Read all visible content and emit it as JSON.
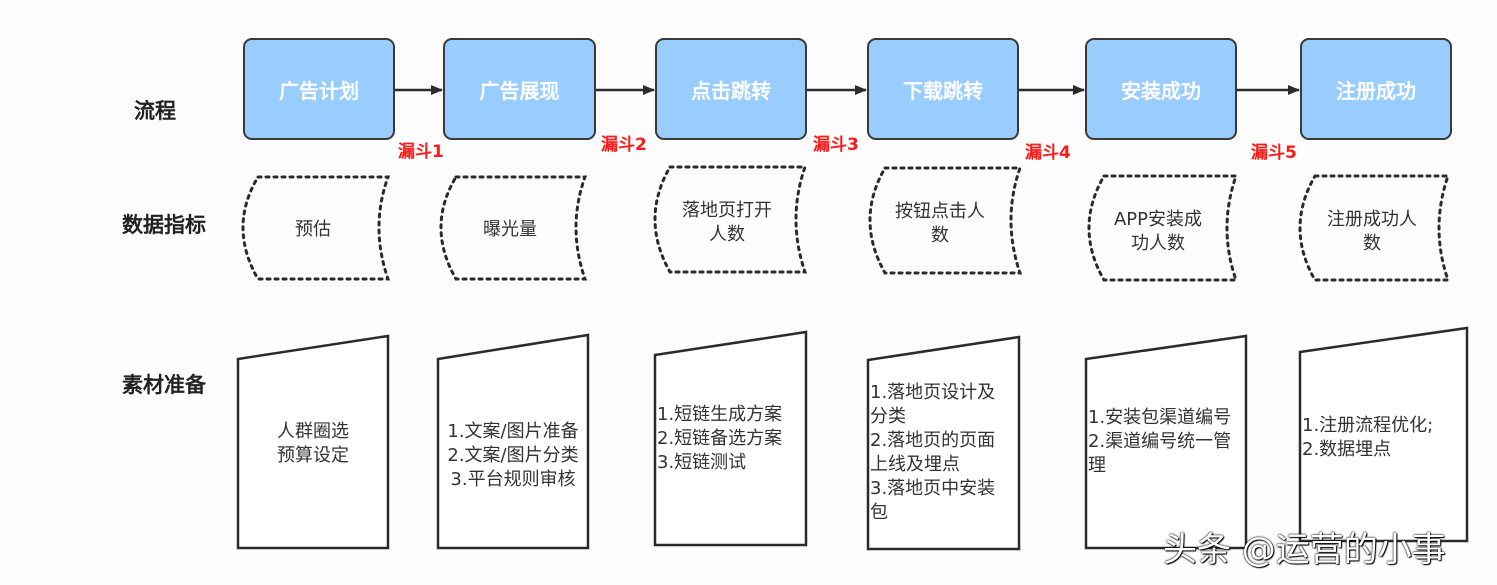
{
  "rows": {
    "process": "流程",
    "metrics": "数据指标",
    "materials": "素材准备"
  },
  "steps": [
    "广告计划",
    "广告展现",
    "点击跳转",
    "下载跳转",
    "安装成功",
    "注册成功"
  ],
  "funnels": [
    "漏斗1",
    "漏斗2",
    "漏斗3",
    "漏斗4",
    "漏斗5"
  ],
  "metrics": [
    "预估",
    "曝光量",
    "落地页打开\n人数",
    "按钮点击人\n数",
    "APP安装成\n功人数",
    "注册成功人\n数"
  ],
  "materials": [
    "人群圈选\n预算设定",
    "1.文案/图片准备\n2.文案/图片分类\n3.平台规则审核",
    "1.短链生成方案\n2.短链备选方案\n3.短链测试",
    "1.落地页设计及\n分类\n2.落地页的页面\n上线及埋点\n3.落地页中安装\n包",
    "1.安装包渠道编号\n2.渠道编号统一管\n理",
    "1.注册流程优化;\n2.数据埋点"
  ],
  "watermark": "头条 @运营的小事",
  "colors": {
    "step_fill": "#99ccff",
    "step_border": "#3a3a3a",
    "funnel_label": "#ff1a1a",
    "connector": "#2b2b2b"
  }
}
